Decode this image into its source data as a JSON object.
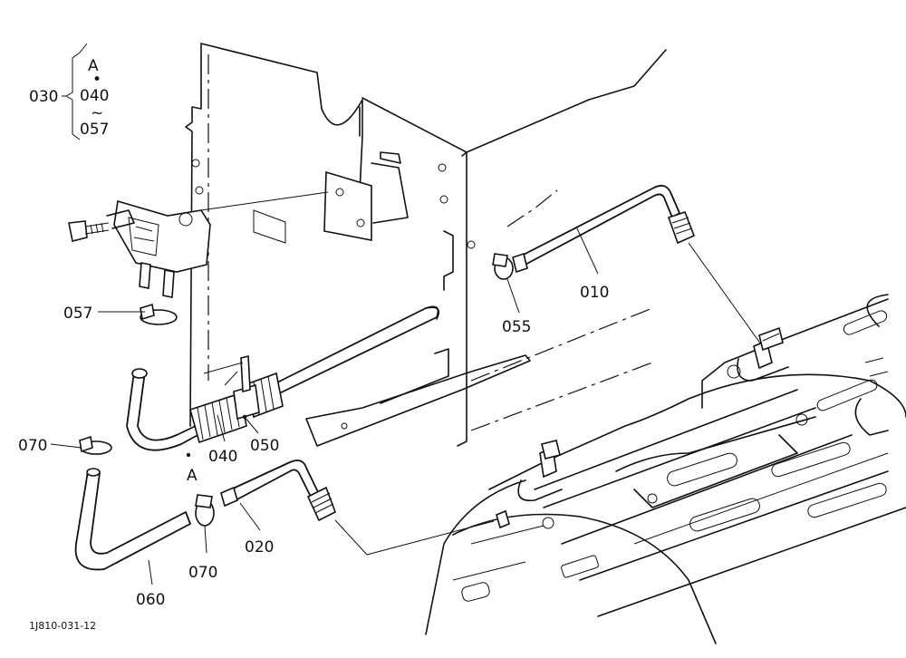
{
  "callouts": {
    "group_code": "030",
    "group_items": [
      "A",
      "040",
      "057"
    ],
    "group_dot": "•",
    "group_tilde": "~",
    "part_010": "010",
    "part_020": "020",
    "part_040": "040",
    "part_050": "050",
    "part_055": "055",
    "part_057": "057",
    "part_060": "060",
    "part_070_left": "070",
    "part_070_bottom": "070",
    "point_a": "A"
  },
  "drawing_number": "1J810-031-12"
}
